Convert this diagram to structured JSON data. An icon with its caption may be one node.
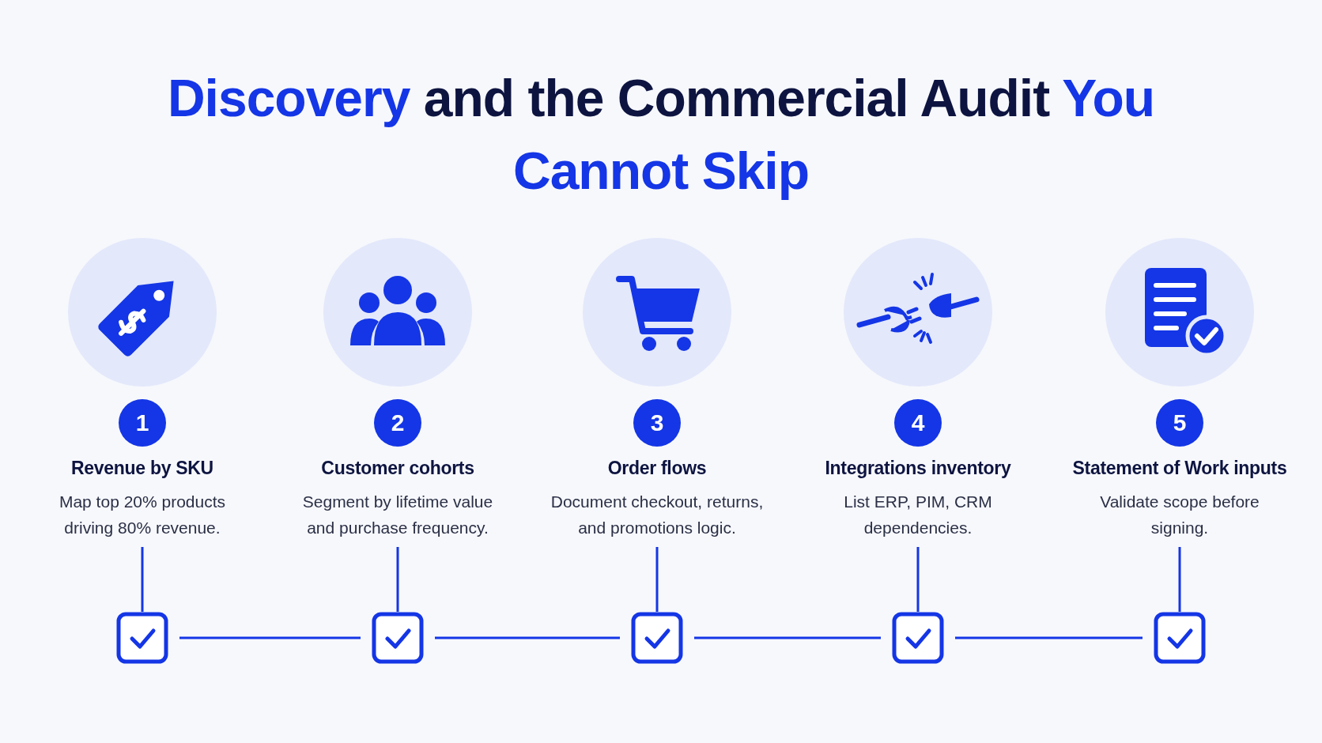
{
  "diagram": {
    "title": "Discovery and the Commercial Audit You Cannot Skip",
    "nodes": [
      {
        "text": [
          "1",
          "Revenue by SKU",
          "Map top 20% products driving 80% revenue."
        ]
      },
      {
        "text": [
          "2",
          "Customer cohorts",
          "Segment by lifetime value and purchase frequency."
        ]
      },
      {
        "text": [
          "3",
          "Order flows",
          "Document checkout, returns, and promotions logic."
        ]
      },
      {
        "text": [
          "4",
          "Integrations inventory",
          "List ERP, PIM, CRM dependencies."
        ]
      },
      {
        "text": [
          "5",
          "Statement of Work inputs",
          "Validate scope before signing."
        ]
      },
      {
        "text": [],
        "shape": "box"
      },
      {
        "text": [],
        "shape": "box"
      },
      {
        "text": [],
        "shape": "box"
      },
      {
        "text": [],
        "shape": "box"
      },
      {
        "text": [],
        "shape": "box"
      }
    ],
    "edges": [
      {
        "from": 0,
        "to": 5,
        "arrow": "none"
      },
      {
        "from": 1,
        "to": 6,
        "arrow": "none"
      },
      {
        "from": 2,
        "to": 7,
        "arrow": "none"
      },
      {
        "from": 3,
        "to": 8,
        "arrow": "none"
      },
      {
        "from": 4,
        "to": 9,
        "arrow": "none"
      },
      {
        "from": 5,
        "to": 6,
        "arrow": "none"
      },
      {
        "from": 6,
        "to": 7,
        "arrow": "none"
      },
      {
        "from": 7,
        "to": 8,
        "arrow": "none"
      },
      {
        "from": 8,
        "to": 9,
        "arrow": "none"
      }
    ]
  }
}
